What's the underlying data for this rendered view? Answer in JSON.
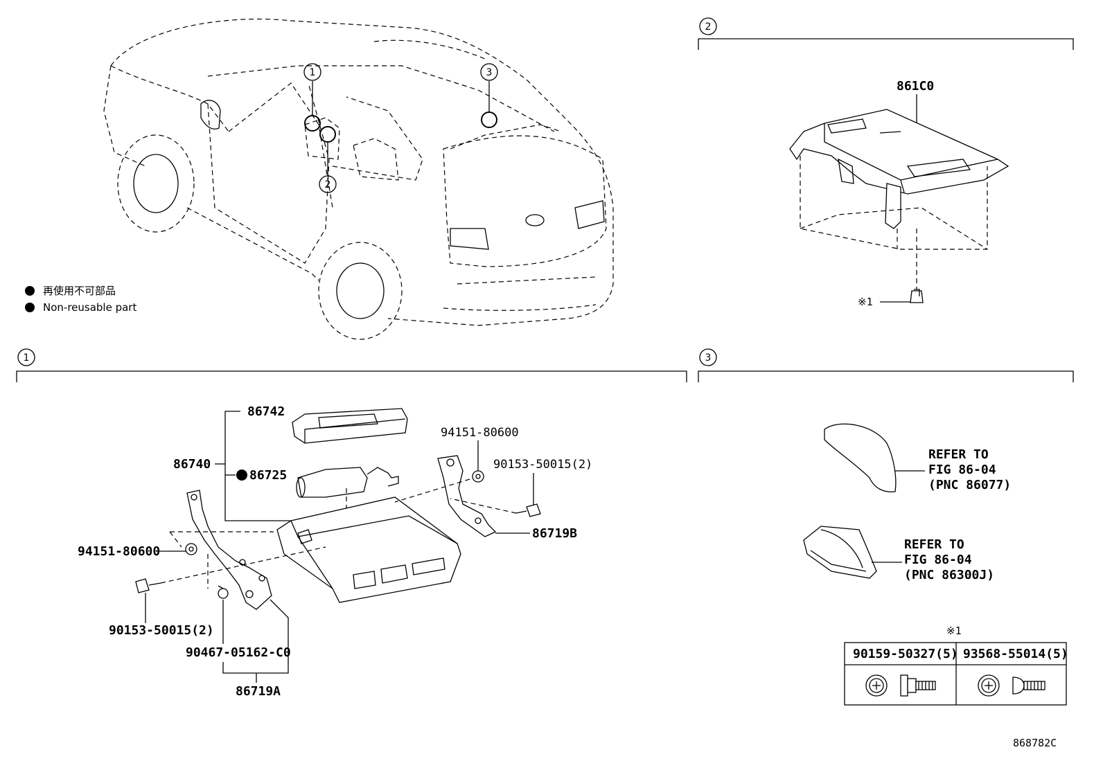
{
  "legend": {
    "jp": "再使用不可部品",
    "en": "Non-reusable part"
  },
  "callouts": {
    "c1": "1",
    "c2": "2",
    "c3": "3",
    "ref_mark": "※1"
  },
  "section1": {
    "p86742": "86742",
    "p86740": "86740",
    "p86725": "86725",
    "p94151_top": "94151-80600",
    "p90153_right": "90153-50015(2)",
    "p86719B": "86719B",
    "p94151_left": "94151-80600",
    "p90153_left": "90153-50015(2)",
    "p90467": "90467-05162-C0",
    "p86719A": "86719A"
  },
  "section2": {
    "p861C0": "861C0",
    "mark": "※1"
  },
  "section3": {
    "ref1": [
      "REFER TO",
      "FIG 86-04",
      "(PNC 86077)"
    ],
    "ref2": [
      "REFER TO",
      "FIG 86-04",
      "(PNC 86300J)"
    ]
  },
  "fastener_table": {
    "mark": "※1",
    "col1": "90159-50327(5)",
    "col2": "93568-55014(5)"
  },
  "figure_code": "868782C"
}
